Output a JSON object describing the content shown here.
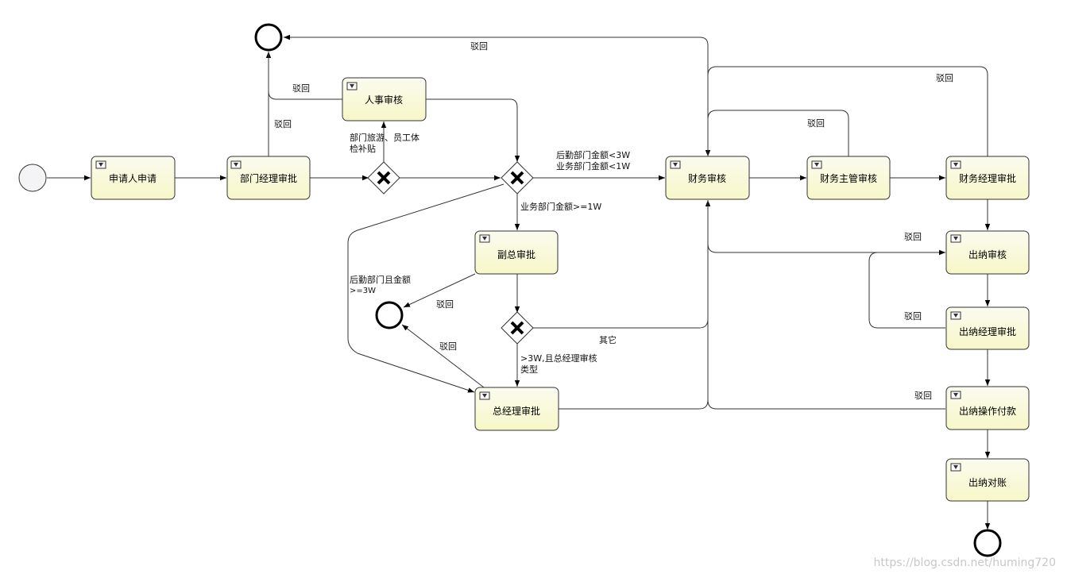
{
  "tasks": {
    "applicant": "申请人申请",
    "dept_manager": "部门经理审批",
    "hr_review": "人事审核",
    "vice_gm": "副总审批",
    "gm": "总经理审批",
    "finance_review": "财务审核",
    "finance_supervisor": "财务主管审核",
    "finance_manager": "财务经理审批",
    "cashier_review": "出纳审核",
    "cashier_manager": "出纳经理审批",
    "cashier_payment": "出纳操作付款",
    "cashier_reconcile": "出纳对账"
  },
  "labels": {
    "reject": "驳回",
    "hr_cond_line1": "部门旅游、员工体",
    "hr_cond_line2": "检补贴",
    "fin_cond_line1": "后勤部门金额<3W",
    "fin_cond_line2": "业务部门金额<1W",
    "vice_cond": "业务部门金额>=1W",
    "logistics_cond_line1": "后勤部门且金额",
    "logistics_cond_line2": ">=3W",
    "other": "其它",
    "gm_cond_line1": ">3W,且总经理审核",
    "gm_cond_line2": "类型"
  },
  "watermark": "https://blog.csdn.net/huming720"
}
